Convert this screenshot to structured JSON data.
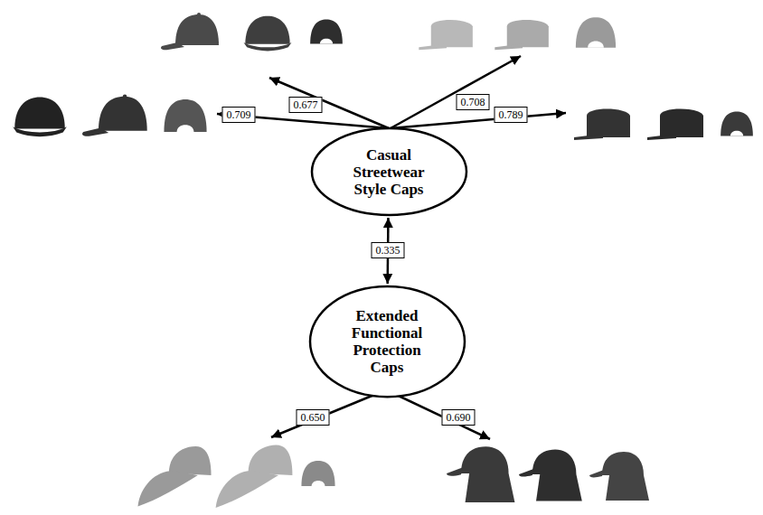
{
  "diagram": {
    "nodes": [
      {
        "text": [
          "Casual Streetwear Style Caps"
        ]
      },
      {
        "text": [
          "Extended Functional Protection Caps"
        ]
      }
    ],
    "edges": [
      {
        "from": 0,
        "to": 1,
        "label": "0.335",
        "arrow": "both"
      }
    ],
    "labels": [
      "0.677",
      "0.708",
      "0.709",
      "0.789",
      "0.650",
      "0.690"
    ]
  }
}
